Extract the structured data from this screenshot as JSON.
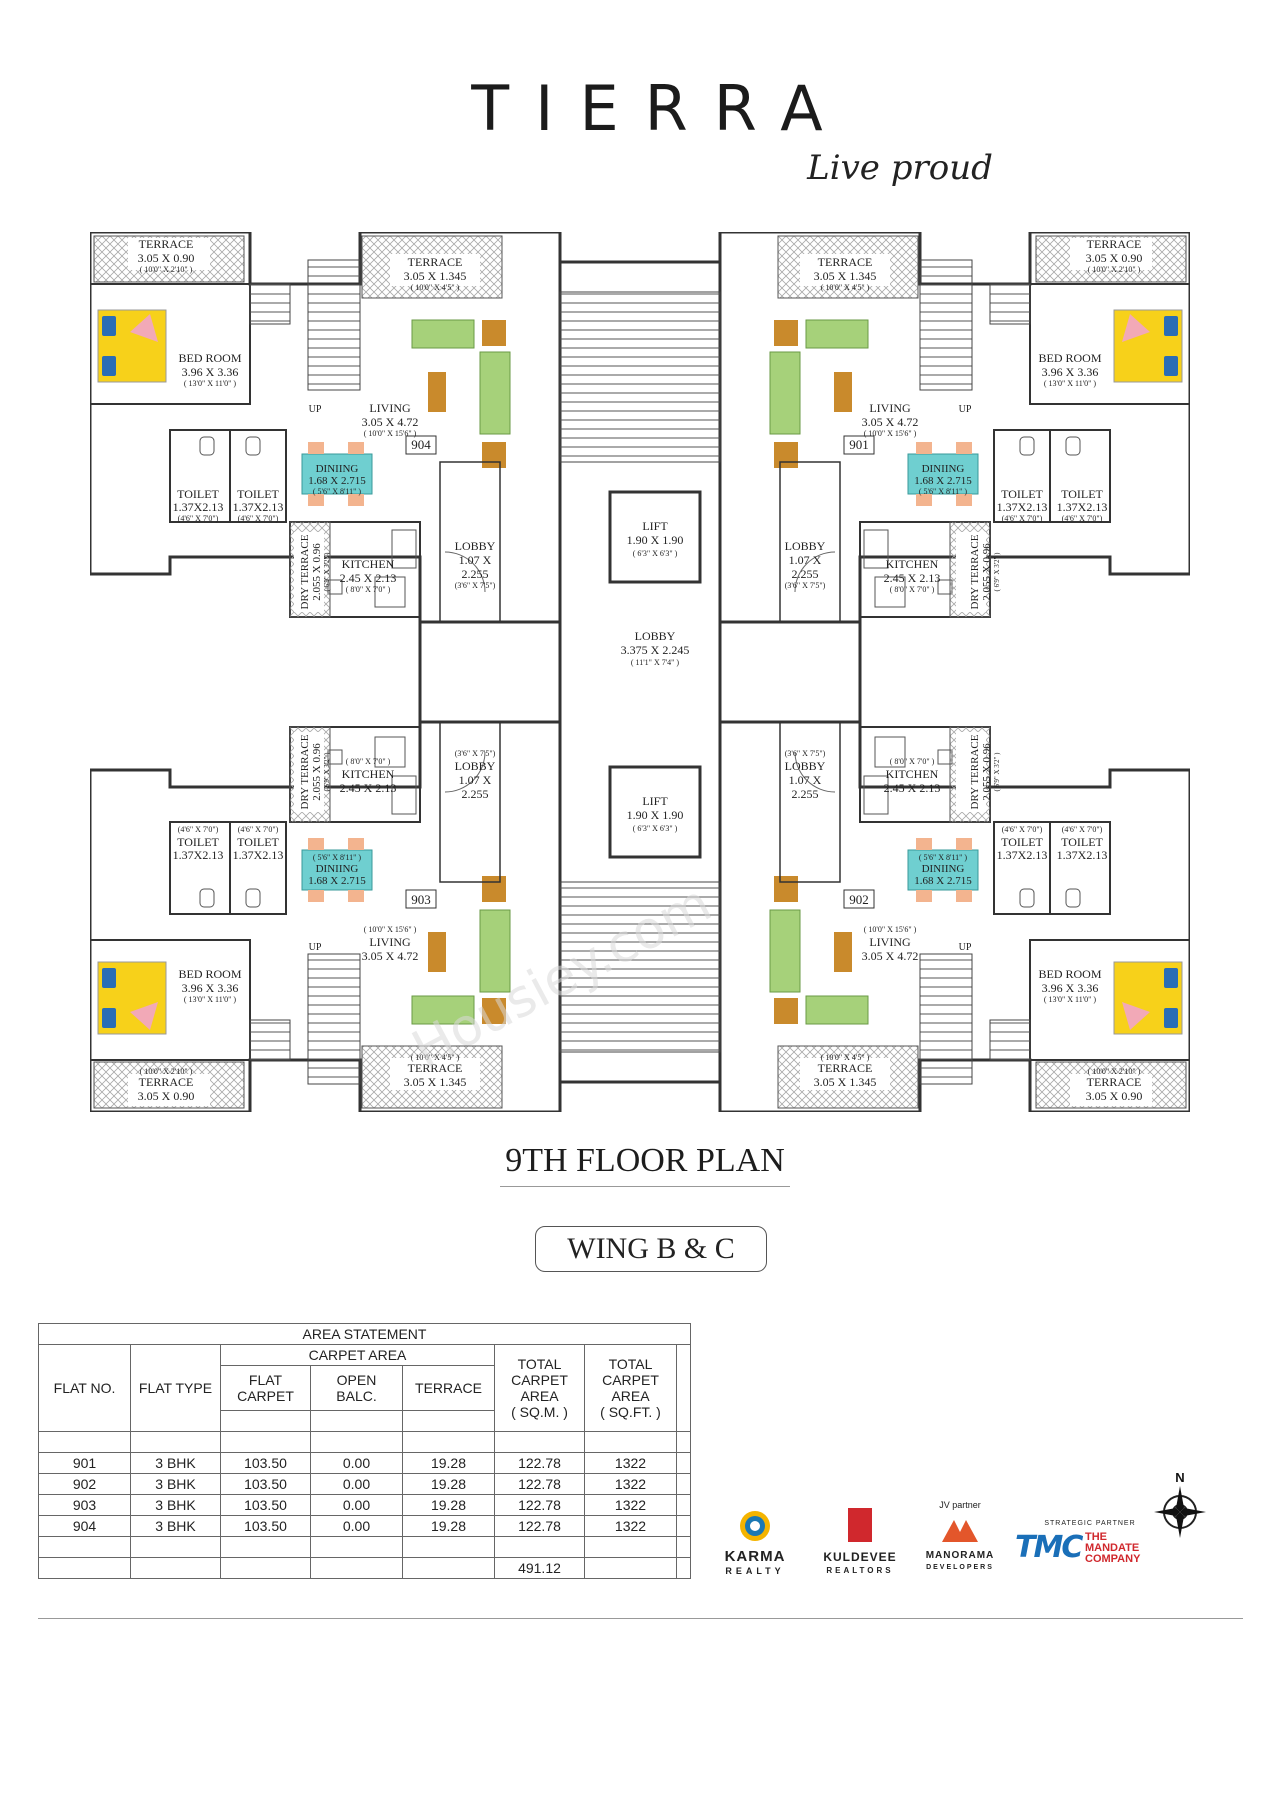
{
  "brand": {
    "name": "TIERRA",
    "tagline": "Live proud"
  },
  "colors": {
    "bed": "#f7d11a",
    "sofa": "#a6d17a",
    "table": "#6fcfd0",
    "chair": "#f3b48f",
    "wood": "#c98a2c",
    "pillow": "#2a6db5",
    "hatch": "#9a9a9a"
  },
  "plan": {
    "flats": {
      "f904": "904",
      "f901": "901",
      "f903": "903",
      "f902": "902"
    },
    "labels": {
      "terrace": "TERRACE",
      "terrace_small": "3.05 X 0.90",
      "terrace_small_ft": "( 10'0\" X 2'10\" )",
      "terrace_large": "3.05 X 1.345",
      "terrace_large_ft": "( 10'0\" X 4'5\" )",
      "bedroom": "BED ROOM",
      "bedroom_size": "3.96 X 3.36",
      "bedroom_ft": "( 13'0\" X 11'0\" )",
      "living": "LIVING",
      "living_size": "3.05 X 4.72",
      "living_ft": "( 10'0\" X 15'6\" )",
      "dining": "DINIING",
      "dining_size": "1.68 X 2.715",
      "dining_ft": "( 5'6\" X 8'11\" )",
      "toilet": "TOILET",
      "toilet_size": "1.37X2.13",
      "toilet_ft": "(4'6\" X 7'0\")",
      "kitchen": "KITCHEN",
      "kitchen_size": "2.45 X 2.13",
      "kitchen_ft": "( 8'0\" X 7'0\" )",
      "dry_terrace": "DRY TERRACE",
      "dry_terrace_size": "2.055 X 0.96",
      "dry_terrace_ft": "( 6'9\" X 3'2\" )",
      "lobby": "LOBBY",
      "lobby_w": "1.07 X",
      "lobby_h": "2.255",
      "lobby_ft": "(3'6\" X 7'5\")",
      "lift": "LIFT",
      "lift_size": "1.90 X 1.90",
      "lift_ft": "( 6'3\" X 6'3\" )",
      "central_lobby": "LOBBY",
      "central_lobby_size": "3.375 X 2.245",
      "central_lobby_ft": "( 11'1\" X 7'4\" )",
      "up": "UP"
    },
    "title": "9TH FLOOR PLAN",
    "wing": "WING B & C"
  },
  "area_statement": {
    "title": "AREA STATEMENT",
    "col_flat_no": "FLAT NO.",
    "col_flat_type": "FLAT TYPE",
    "group_carpet": "CARPET AREA",
    "col_flat_carpet": [
      "FLAT",
      "CARPET"
    ],
    "col_open_balc": [
      "OPEN",
      "BALC."
    ],
    "col_terrace": "TERRACE",
    "col_total_sqm": [
      "TOTAL",
      "CARPET",
      "AREA",
      "( SQ.M. )"
    ],
    "col_total_sqft": [
      "TOTAL",
      "CARPET",
      "AREA",
      "( SQ.FT. )"
    ],
    "rows": [
      {
        "flat": "901",
        "type": "3 BHK",
        "carpet": "103.50",
        "balc": "0.00",
        "terrace": "19.28",
        "sqm": "122.78",
        "sqft": "1322"
      },
      {
        "flat": "902",
        "type": "3 BHK",
        "carpet": "103.50",
        "balc": "0.00",
        "terrace": "19.28",
        "sqm": "122.78",
        "sqft": "1322"
      },
      {
        "flat": "903",
        "type": "3 BHK",
        "carpet": "103.50",
        "balc": "0.00",
        "terrace": "19.28",
        "sqm": "122.78",
        "sqft": "1322"
      },
      {
        "flat": "904",
        "type": "3 BHK",
        "carpet": "103.50",
        "balc": "0.00",
        "terrace": "19.28",
        "sqm": "122.78",
        "sqft": "1322"
      }
    ],
    "total_sqm": "491.12"
  },
  "partners": {
    "karma": "KARMA",
    "karma_sub": "REALTY",
    "kuldevee": "KULDEVEE",
    "kuldevee_sub": "REALTORS",
    "jv_label": "JV partner",
    "manorama": "MANORAMA",
    "manorama_sub": "DEVELOPERS",
    "strategic_label": "STRATEGIC PARTNER",
    "mandate_mark": "TMC",
    "mandate_1": "THE",
    "mandate_2": "MANDATE",
    "mandate_3": "COMPANY"
  },
  "compass": {
    "north": "N"
  },
  "watermark": "Housiey.com"
}
